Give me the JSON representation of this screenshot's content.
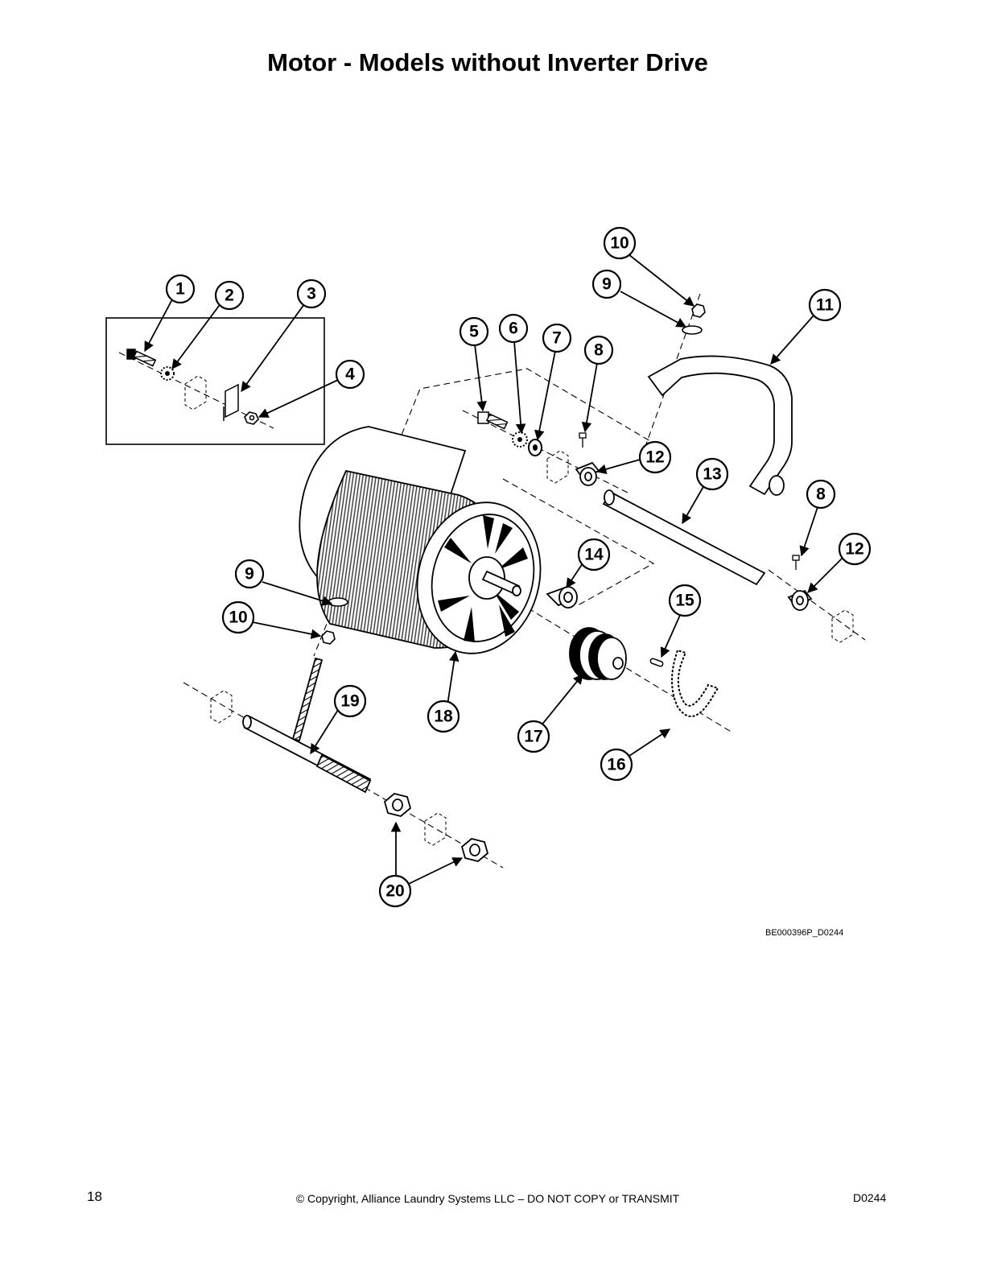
{
  "title": "Motor - Models without Inverter Drive",
  "callouts": [
    "1",
    "2",
    "3",
    "4",
    "5",
    "6",
    "7",
    "8",
    "8",
    "9",
    "9",
    "10",
    "10",
    "11",
    "12",
    "12",
    "13",
    "14",
    "15",
    "16",
    "17",
    "18",
    "19",
    "20"
  ],
  "drawing_code": "BE000396P_D0244",
  "footer": {
    "page_number": "18",
    "copyright": "© Copyright, Alliance Laundry Systems LLC – DO NOT COPY or TRANSMIT",
    "doc_code": "D0244"
  }
}
